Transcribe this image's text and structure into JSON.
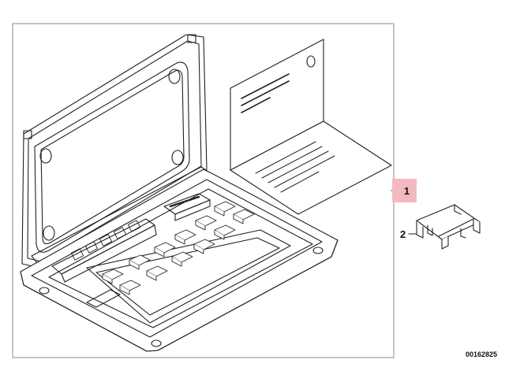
{
  "callouts": [
    {
      "label": "1",
      "highlight_color": "#f4b9bf"
    },
    {
      "label": "2"
    }
  ],
  "reference_number": "00162825",
  "colors": {
    "line": "#222222",
    "background": "#ffffff"
  }
}
